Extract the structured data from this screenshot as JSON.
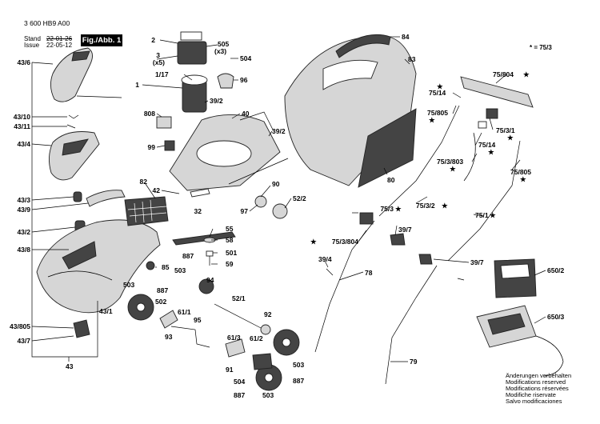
{
  "header": {
    "doc_code": "3 600 HB9 A00",
    "stand_label": "Stand",
    "stand_value": "22-01-26",
    "issue_label": "Issue",
    "issue_value": "22-05-12",
    "figure_label": "Fig./Abb. 1"
  },
  "star_note": "* = 75/3",
  "footnotes": [
    "Änderungen vorbehalten",
    "Modifications reserved",
    "Modifications réservées",
    "Modifiche riservate",
    "Salvo modificaciones"
  ],
  "callouts": {
    "c2": "2",
    "c505": "505",
    "c505x": "(x3)",
    "c3": "3",
    "c3x": "(x5)",
    "c504a": "504",
    "c1": "1",
    "c117": "1/17",
    "c96": "96",
    "c392a": "39/2",
    "c808": "808",
    "c40": "40",
    "c392b": "39/2",
    "c99": "99",
    "c82": "82",
    "c42": "42",
    "c90": "90",
    "c522": "52/2",
    "c97": "97",
    "c32": "32",
    "c55": "55",
    "c58": "58",
    "c501": "501",
    "c59": "59",
    "c85": "85",
    "c887a": "887",
    "c503a": "503",
    "c94": "94",
    "c503b": "503",
    "c887b": "887",
    "c502": "502",
    "c93": "93",
    "c611a": "61/1",
    "c95": "95",
    "c521": "52/1",
    "c92": "92",
    "c613": "61/3",
    "c612": "61/2",
    "c91": "91",
    "c504b": "504",
    "c887c": "887",
    "c503c": "503",
    "c503d": "503",
    "c887d": "887",
    "c436": "43/6",
    "c4310": "43/10",
    "c4311": "43/11",
    "c434": "43/4",
    "c433": "43/3",
    "c439": "43/9",
    "c432": "43/2",
    "c438": "43/8",
    "c431": "43/1",
    "c43805": "43/805",
    "c437": "43/7",
    "c43": "43",
    "c84": "84",
    "c83": "83",
    "c80": "80",
    "c75804": "75/804",
    "c7514a": "75/14",
    "c75805a": "75/805",
    "c7531": "75/3/1",
    "c7514b": "75/14",
    "c753803": "75/3/803",
    "c75805b": "75/805",
    "c7532": "75/3/2",
    "c751": "75/1",
    "c7533": "75/3",
    "c753804": "75/3/804",
    "c397a": "39/7",
    "c394": "39/4",
    "c78": "78",
    "c397b": "39/7",
    "c6502": "650/2",
    "c6503": "650/3",
    "c79": "79"
  }
}
